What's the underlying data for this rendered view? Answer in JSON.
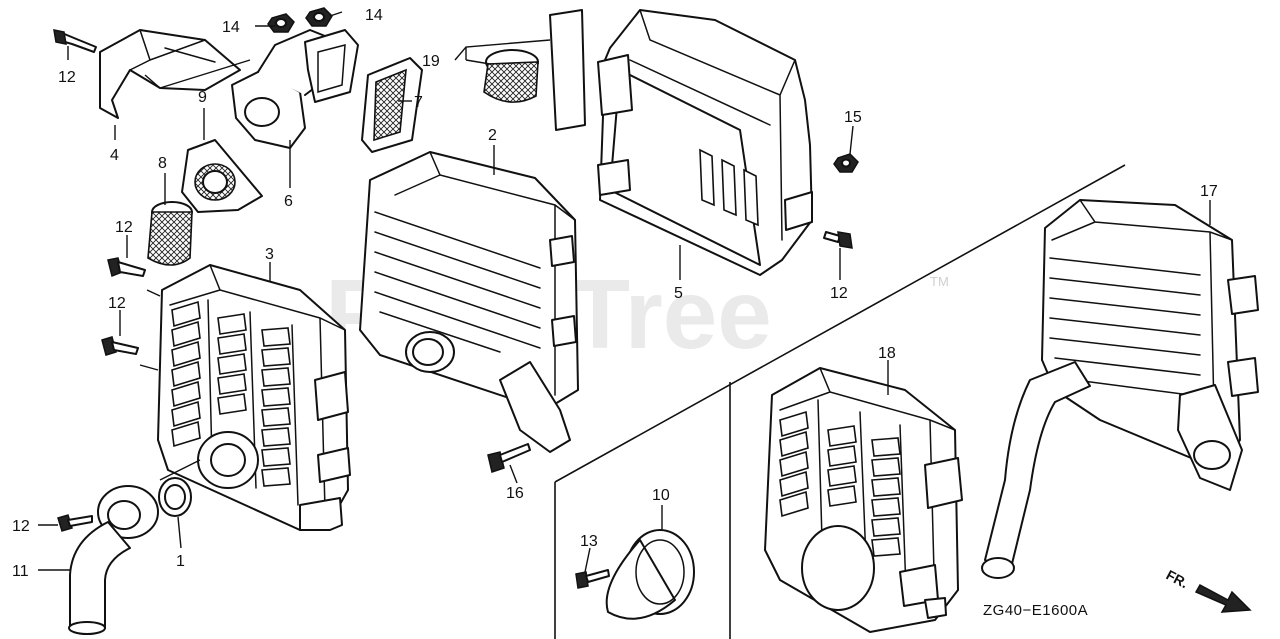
{
  "watermark": {
    "text": "PartsTree",
    "trademark": "TM"
  },
  "drawing_code": "ZG40−E1600A",
  "direction_label": "FR.",
  "callouts": {
    "c1": "1",
    "c2": "2",
    "c3": "3",
    "c4": "4",
    "c5": "5",
    "c6": "6",
    "c7": "7",
    "c8": "8",
    "c9": "9",
    "c10": "10",
    "c11": "11",
    "c12a": "12",
    "c12b": "12",
    "c12c": "12",
    "c12d": "12",
    "c12e": "12",
    "c13": "13",
    "c14a": "14",
    "c14b": "14",
    "c15": "15",
    "c16": "16",
    "c17": "17",
    "c18": "18",
    "c19": "19"
  },
  "icons": {
    "direction_arrow": "fr-arrow-icon"
  }
}
